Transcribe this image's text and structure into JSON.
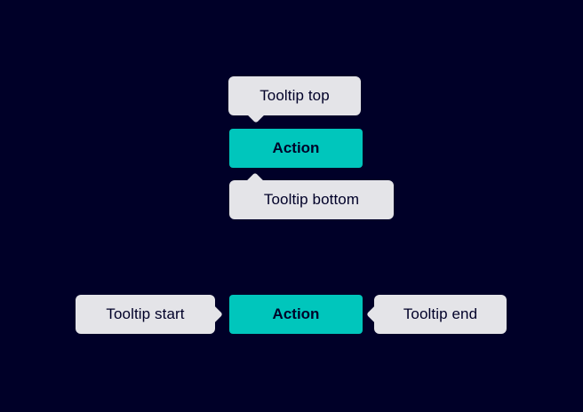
{
  "colors": {
    "background": "#000028",
    "tooltip_bg": "#e4e4e8",
    "tooltip_text": "#000028",
    "action_bg": "#00c6bc",
    "action_text": "#000028"
  },
  "top_group": {
    "tooltip_top_label": "Tooltip top",
    "action_label": "Action",
    "tooltip_bottom_label": "Tooltip bottom"
  },
  "bottom_group": {
    "tooltip_start_label": "Tooltip start",
    "action_label": "Action",
    "tooltip_end_label": "Tooltip end"
  }
}
